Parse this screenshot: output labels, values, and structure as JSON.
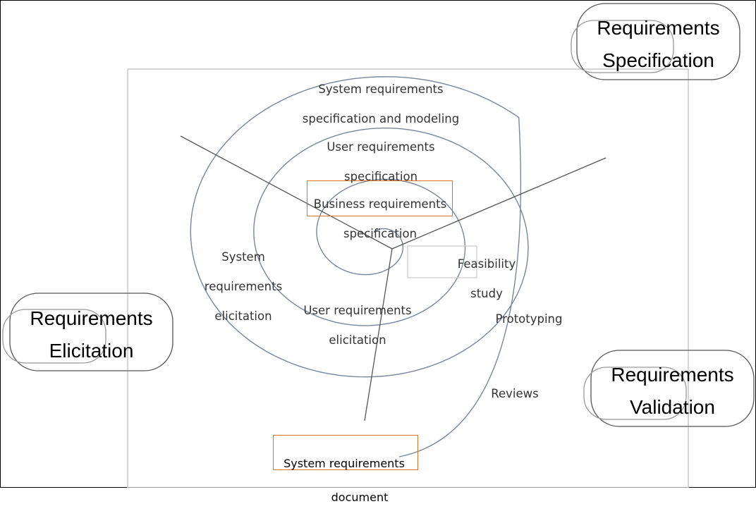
{
  "phases": {
    "specification": [
      "Requirements",
      "Specification"
    ],
    "elicitation": [
      "Requirements",
      "Elicitation"
    ],
    "validation": [
      "Requirements",
      "Validation"
    ]
  },
  "labels": {
    "system_spec": [
      "System requirements",
      "specification and modeling"
    ],
    "user_spec": [
      "User requirements",
      "specification"
    ],
    "business_spec": [
      "Business requirements",
      "specification"
    ],
    "feasibility": [
      "Feasibility",
      "study"
    ],
    "system_elicitation": [
      "System",
      "requirements",
      "elicitation"
    ],
    "user_elicitation": [
      "User requirements",
      "elicitation"
    ],
    "prototyping": "Prototyping",
    "reviews": "Reviews",
    "document": [
      "System requirements",
      "document"
    ]
  },
  "colors": {
    "spiral": "#7a8599",
    "axes": "#555555",
    "highlight_box": "#d9722c",
    "phase_border": "#555555",
    "outer_rect": "#c8c8c8"
  }
}
